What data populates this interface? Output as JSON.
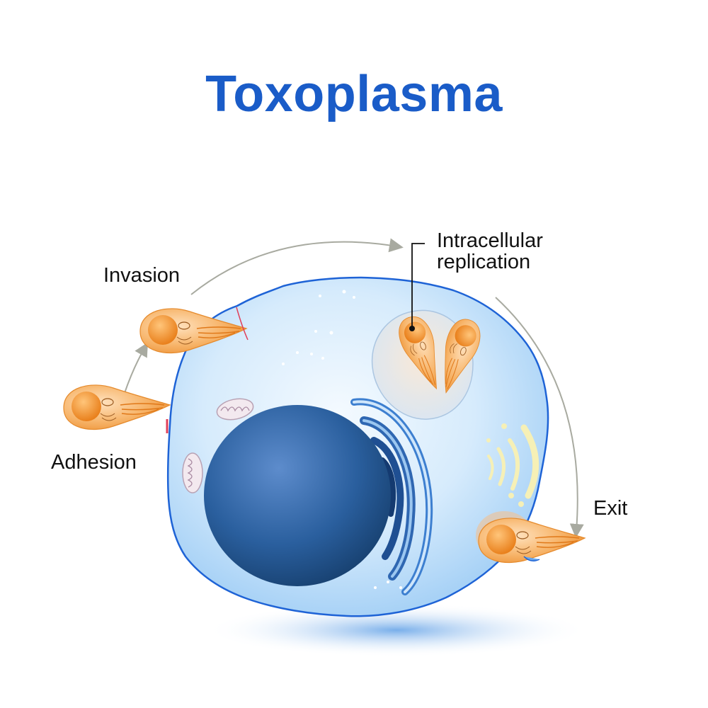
{
  "title": "Toxoplasma",
  "stages": {
    "invasion": "Invasion",
    "adhesion": "Adhesion",
    "replication_line1": "Intracellular",
    "replication_line2": "replication",
    "exit": "Exit"
  },
  "colors": {
    "title": "#1a5cc8",
    "cell_fill": "#cfe6fb",
    "cell_outline": "#1e63d6",
    "nucleus": "#1f5a9e",
    "parasite": "#f2a04a",
    "parasite_nucleus": "#ee8a22",
    "arrow": "#a8aaa0"
  }
}
